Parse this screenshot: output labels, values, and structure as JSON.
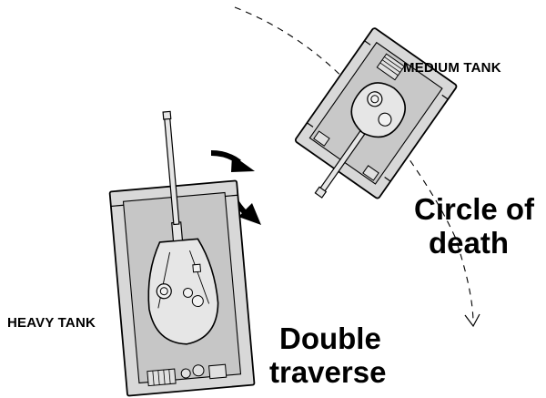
{
  "labels": {
    "medium_tank": "MEDIUM TANK",
    "heavy_tank": "HEAVY TANK",
    "circle_line1": "Circle of",
    "circle_line2": "death",
    "double_line1": "Double",
    "double_line2": "traverse"
  },
  "colors": {
    "ink": "#000000",
    "hull_fill": "#d8d8d8",
    "hull_inner": "#c2c2c2",
    "turret_fill": "#e6e6e6"
  }
}
